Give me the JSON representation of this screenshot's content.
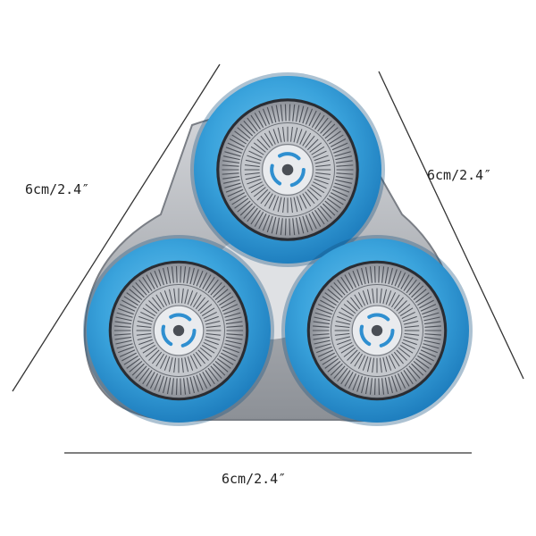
{
  "image": {
    "subject": "three-head rotary shaver head assembly",
    "colors": {
      "ring_blue": "#3aa3dc",
      "ring_blue_dark": "#1f7fbf",
      "frame_silver": "#b8bcc2",
      "metal_light": "#e4e6ea",
      "metal_dark": "#4c5058",
      "hub_blue": "#2f8fd0"
    }
  },
  "dimensions": {
    "left_label": "6cm/2.4″",
    "right_label": "6cm/2.4″",
    "bottom_label": "6cm/2.4″"
  }
}
